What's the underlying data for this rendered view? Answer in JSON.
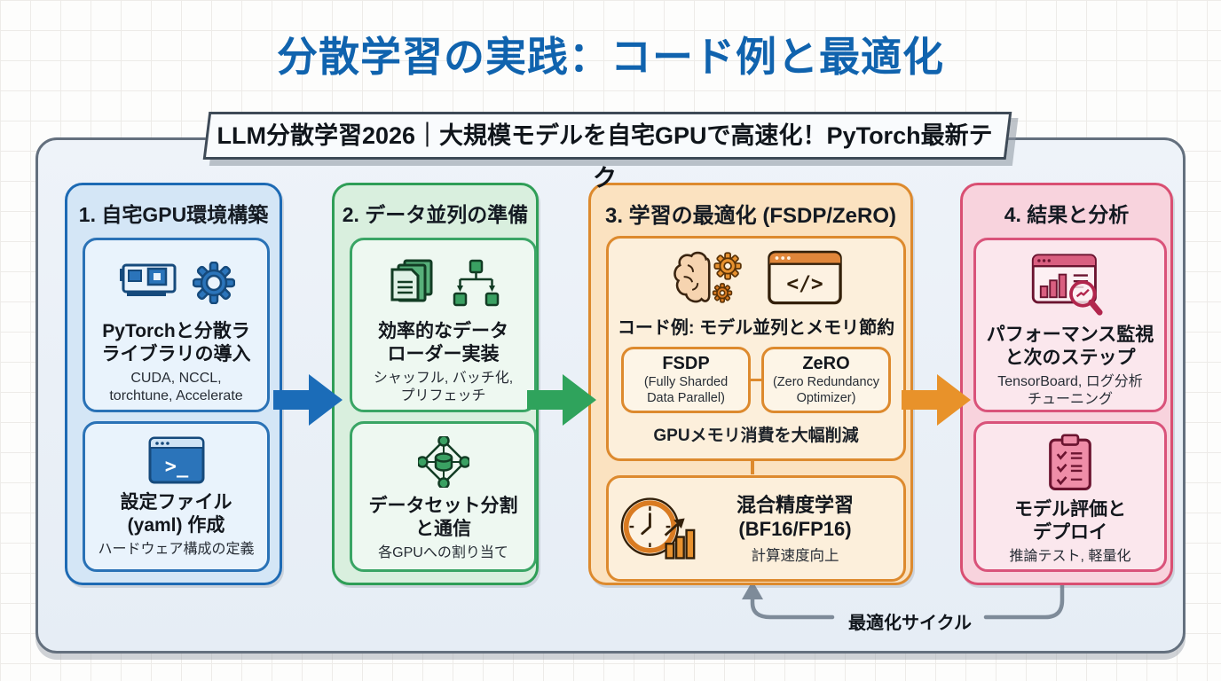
{
  "title": "分散学習の実践：コード例と最適化",
  "banner": "LLM分散学習2026｜大規模モデルを自宅GPUで高速化！PyTorch最新テク",
  "cycle_label": "最適化サイクル",
  "glyphs": {
    "terminal": ">_",
    "code": "</>"
  },
  "colors": {
    "title_blue": "#1063ae",
    "accent_blue": "#1d6ab4",
    "accent_green": "#2f9e57",
    "accent_orange": "#e0862f",
    "accent_pink": "#d94f72",
    "loop_gray": "#7e8b99"
  },
  "columns": [
    {
      "title": "1. 自宅GPU環境構築",
      "cards": [
        {
          "icons": [
            "gpu-card-icon",
            "gear-icon"
          ],
          "title1": "PyTorchと分散ラ",
          "title2": "ライブラリの導入",
          "sub1": "CUDA, NCCL,",
          "sub2": "torchtune, Accelerate"
        },
        {
          "icons": [
            "terminal-icon"
          ],
          "title1": "設定ファイル",
          "title2": "(yaml) 作成",
          "sub1": "ハードウェア構成の定義"
        }
      ]
    },
    {
      "title": "2. データ並列の準備",
      "cards": [
        {
          "icons": [
            "documents-icon",
            "tree-split-icon"
          ],
          "title1": "効率的なデータ",
          "title2": "ローダー実装",
          "sub1": "シャッフル, バッチ化,",
          "sub2": "プリフェッチ"
        },
        {
          "icons": [
            "network-database-icon"
          ],
          "title1": "データセット分割",
          "title2": "と通信",
          "sub1": "各GPUへの割り当て"
        }
      ]
    },
    {
      "title": "3. 学習の最適化 (FSDP/ZeRO)",
      "code_card": {
        "icons": [
          "brain-gears-icon",
          "code-window-icon"
        ],
        "caption": "コード例: モデル並列とメモリ節約",
        "fsdp": {
          "name": "FSDP",
          "desc1": "(Fully Sharded",
          "desc2": "Data Parallel)"
        },
        "zero": {
          "name": "ZeRO",
          "desc1": "(Zero Redundancy",
          "desc2": "Optimizer)"
        },
        "note": "GPUメモリ消費を大幅削減"
      },
      "precision_card": {
        "icons": [
          "clock-speed-icon"
        ],
        "title1": "混合精度学習",
        "title2": "(BF16/FP16)",
        "sub": "計算速度向上"
      }
    },
    {
      "title": "4. 結果と分析",
      "cards": [
        {
          "icons": [
            "dashboard-magnifier-icon"
          ],
          "title1": "パフォーマンス監視",
          "title2": "と次のステップ",
          "sub1": "TensorBoard, ログ分析",
          "sub2": "チューニング"
        },
        {
          "icons": [
            "clipboard-checklist-icon"
          ],
          "title1": "モデル評価と",
          "title2": "デプロイ",
          "sub1": "推論テスト, 軽量化"
        }
      ]
    }
  ]
}
